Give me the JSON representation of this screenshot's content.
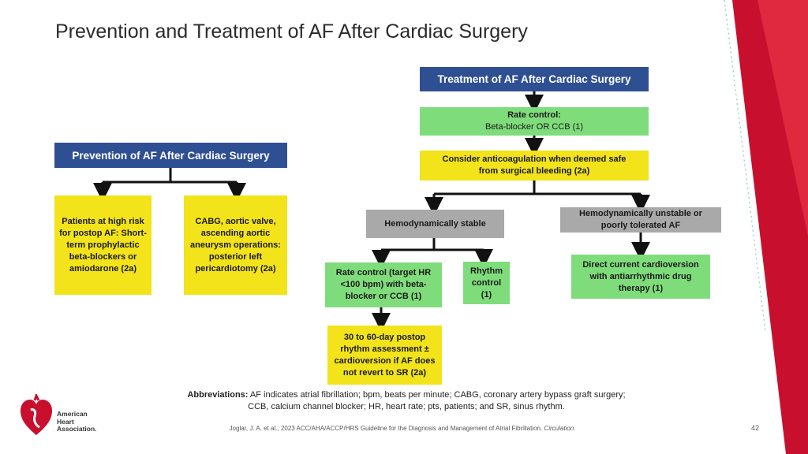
{
  "slide": {
    "title": "Prevention and Treatment of AF After Cardiac Surgery",
    "page_number": "42",
    "citation": "Joglar, J. A. et al., 2023 ACC/AHA/ACCP/HRS Guideline for the Diagnosis and Management of Atrial Fibrillation.",
    "citation_journal": "Circulation.",
    "abbreviations_label": "Abbreviations:",
    "abbreviations_text_1": "AF indicates atrial fibrillation; bpm, beats per minute; CABG, coronary artery bypass graft surgery;",
    "abbreviations_text_2": "CCB, calcium channel blocker; HR, heart rate; pts, patients; and SR, sinus rhythm.",
    "logo_line_1": "American",
    "logo_line_2": "Heart",
    "logo_line_3": "Association."
  },
  "prevention": {
    "header": "Prevention of AF After Cardiac Surgery",
    "high_risk": "Patients at high risk for postop AF: Short-term prophylactic beta-blockers or amiodarone (2a)",
    "surgery": "CABG, aortic valve, ascending aortic aneurysm operations: posterior left pericardiotomy (2a)"
  },
  "treatment": {
    "header": "Treatment of AF After Cardiac Surgery",
    "rate_control_label": "Rate control:",
    "rate_control_text": "Beta-blocker OR CCB (1)",
    "anticoag": "Consider anticoagulation when deemed safe from surgical bleeding (2a)",
    "stable": "Hemodynamically stable",
    "unstable": "Hemodynamically unstable or poorly tolerated AF",
    "rate_control_hr": "Rate control (target HR <100 bpm) with beta-blocker or CCB (1)",
    "rhythm_control": "Rhythm control (1)",
    "cardioversion": "Direct current cardioversion with antiarrhythmic drug therapy (1)",
    "followup": "30 to 60-day postop rhythm assessment ± cardioversion if AF does not revert to SR (2a)"
  },
  "colors": {
    "navy": "#2f4f93",
    "green": "#7fdc7b",
    "yellow": "#f2e31a",
    "gray": "#a9a9a9",
    "accent_red": "#c8102e"
  }
}
